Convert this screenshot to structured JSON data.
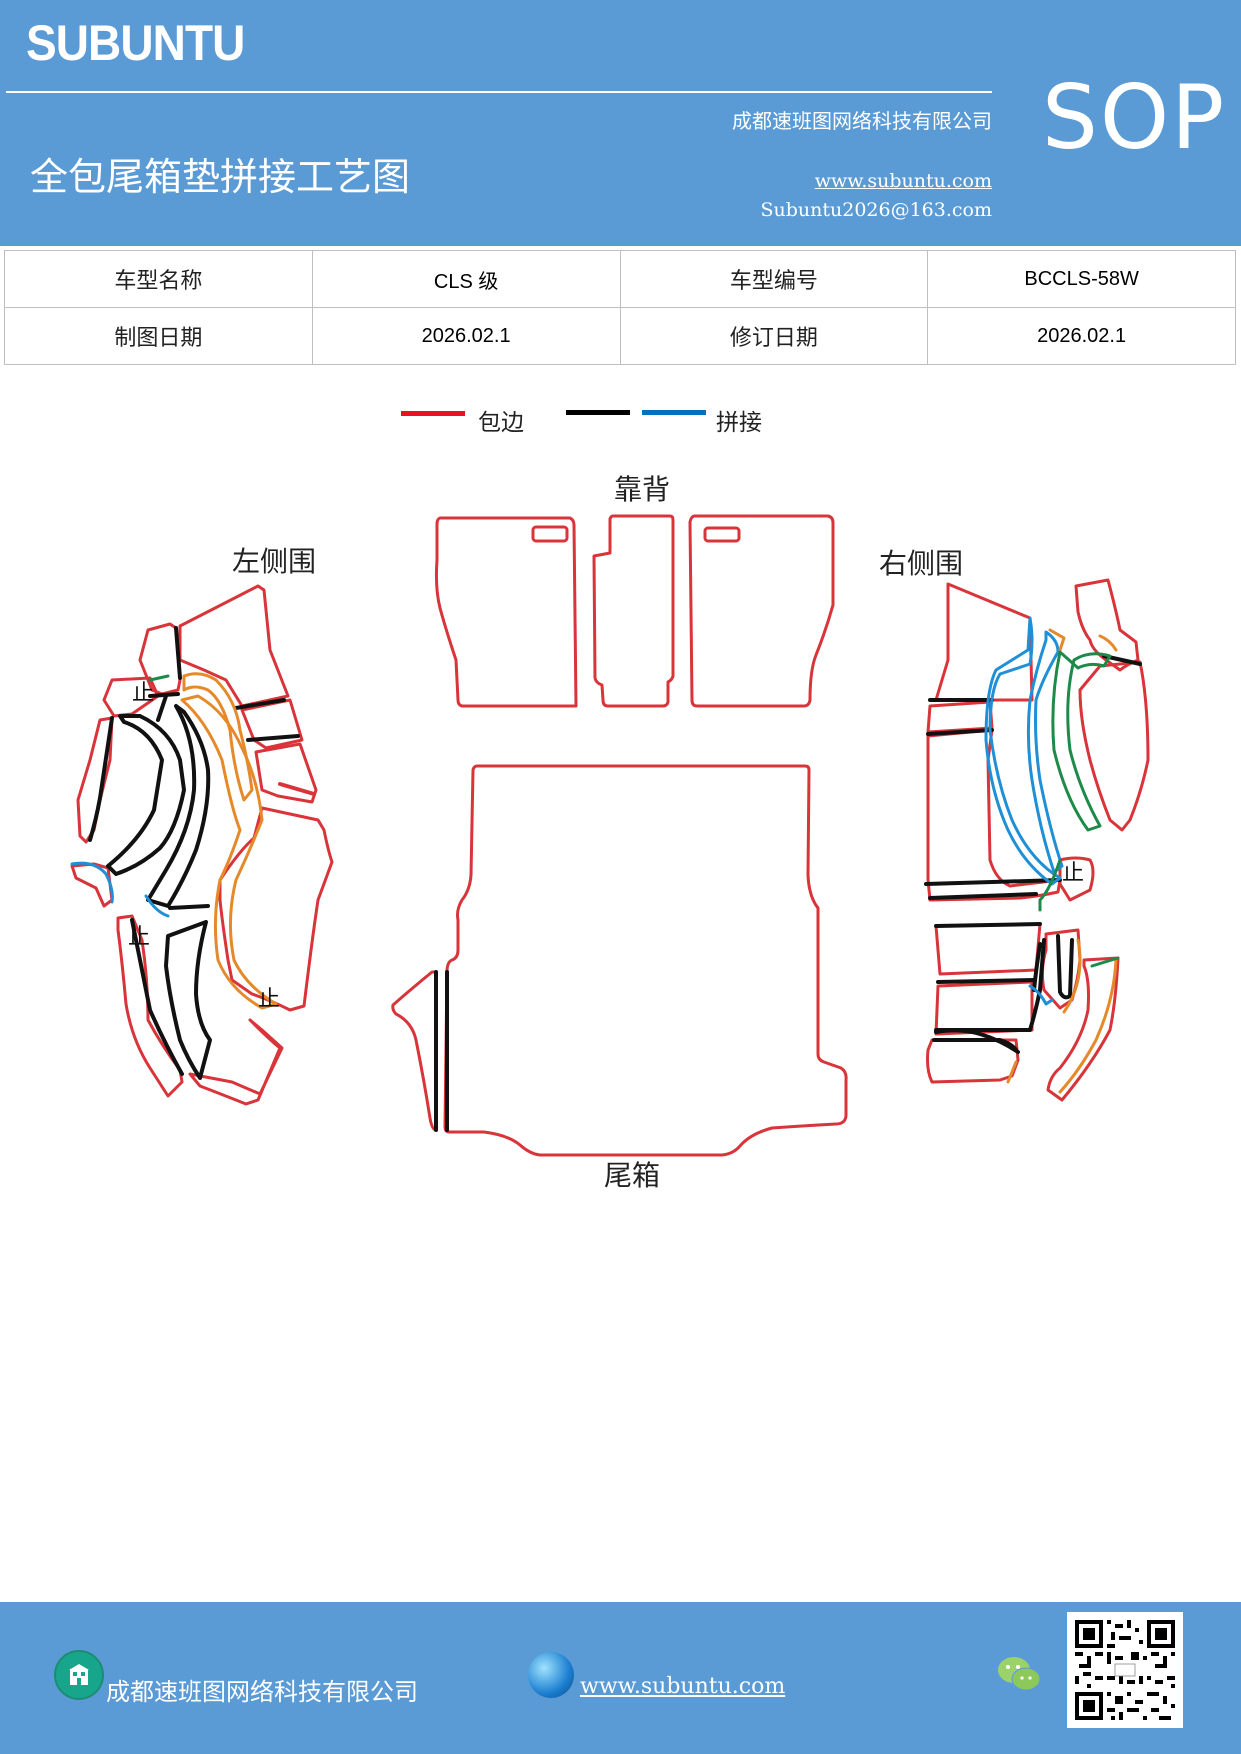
{
  "header": {
    "brand": "SUBUNTU",
    "company": "成都速班图网络科技有限公司",
    "title": "全包尾箱垫拼接工艺图",
    "website": "www.subuntu.com",
    "email": "Subuntu2026@163.com",
    "badge": "SOP"
  },
  "info_table": {
    "rows": [
      {
        "label1": "车型名称",
        "value1": "CLS 级",
        "label2": "车型编号",
        "value2": "BCCLS-58W"
      },
      {
        "label1": "制图日期",
        "value1": "2026.02.1",
        "label2": "修订日期",
        "value2": "2026.02.1"
      }
    ]
  },
  "legend": {
    "items": [
      {
        "color": "#e8141b",
        "label": "包边"
      },
      {
        "color": "#000000",
        "label": ""
      },
      {
        "color": "#0070c0",
        "label": "拼接"
      }
    ]
  },
  "diagram": {
    "labels": {
      "backrest": "靠背",
      "left_side": "左侧围",
      "right_side": "右侧围",
      "trunk": "尾箱",
      "stop_mark": "止"
    },
    "colors": {
      "edge": "#d8343a",
      "black": "#111111",
      "blue": "#1f8fd6",
      "orange": "#e58a2a",
      "green": "#1e8a4a"
    }
  },
  "footer": {
    "company": "成都速班图网络科技有限公司",
    "website": "www.subuntu.com",
    "icons": [
      "building-icon",
      "globe-icon",
      "wechat-icon",
      "qr-code"
    ]
  }
}
